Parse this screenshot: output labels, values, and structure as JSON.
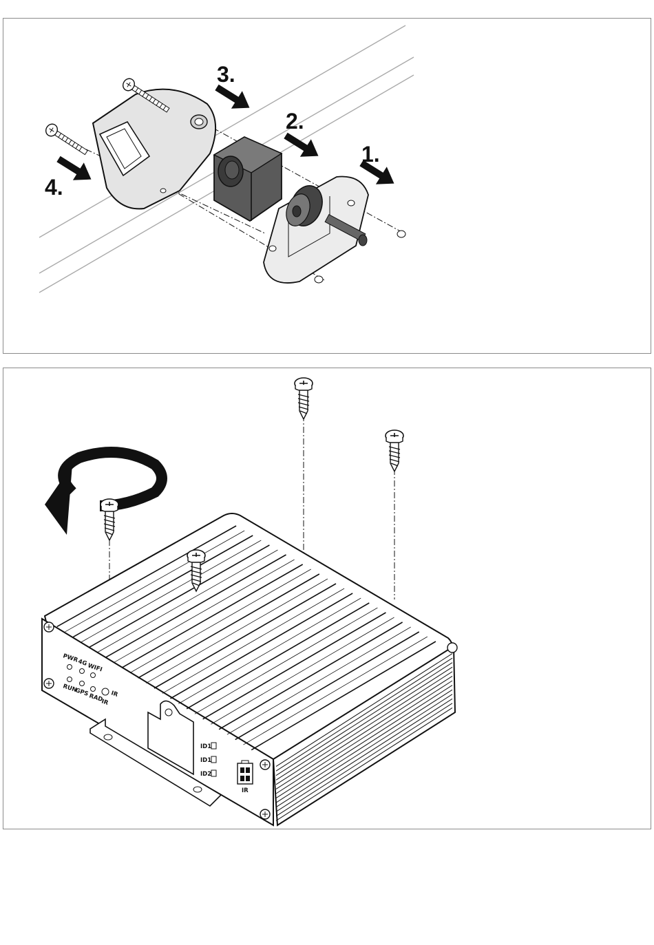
{
  "panels": {
    "top": {
      "steps": [
        {
          "label": "1."
        },
        {
          "label": "2."
        },
        {
          "label": "3."
        },
        {
          "label": "4."
        }
      ]
    },
    "bottom": {
      "front_leds": {
        "row1": [
          "PWR",
          "4G",
          "WIFI"
        ],
        "row2": [
          "RUN",
          "GPS",
          "RAD"
        ],
        "ir_label": "IR",
        "ir_sub": "IR"
      },
      "ports": [
        "ID1",
        "ID1",
        "ID2"
      ],
      "connector_label": "IR"
    }
  },
  "colors": {
    "line": "#111111",
    "camera_body": "#555555",
    "mount": "#e6e6e6",
    "border": "#8a8a8a"
  }
}
